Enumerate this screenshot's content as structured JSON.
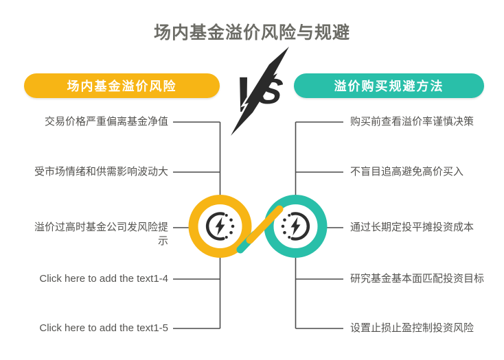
{
  "title": "场内基金溢价风险与规避",
  "vs_badge": {
    "letter_v": "V",
    "letter_s": "S"
  },
  "left_panel": {
    "header": "场内基金溢价风险",
    "accent_color": "#F7B515",
    "items": [
      "交易价格严重偏离基金净值",
      "受市场情绪和供需影响波动大",
      "溢价过高时基金公司发风险提示",
      "Click here to add the text1-4",
      "Click here to add the text1-5"
    ]
  },
  "right_panel": {
    "header": "溢价购买规避方法",
    "accent_color": "#29BFA9",
    "items": [
      "购买前查看溢价率谨慎决策",
      "不盲目追高避免高价买入",
      "通过长期定投平摊投资成本",
      "研究基金基本面匹配投资目标",
      "设置止损止盈控制投资风险"
    ]
  },
  "icons": {
    "left": "lightning-gauge-icon",
    "right": "lightning-gauge-icon"
  },
  "colors": {
    "left_accent": "#F7B515",
    "right_accent": "#29BFA9",
    "ink": "#2A2A2A",
    "connector_line": "#4A4A4A",
    "title_text": "#6C6C66",
    "item_text": "#53524F",
    "background": "#FFFFFF"
  }
}
